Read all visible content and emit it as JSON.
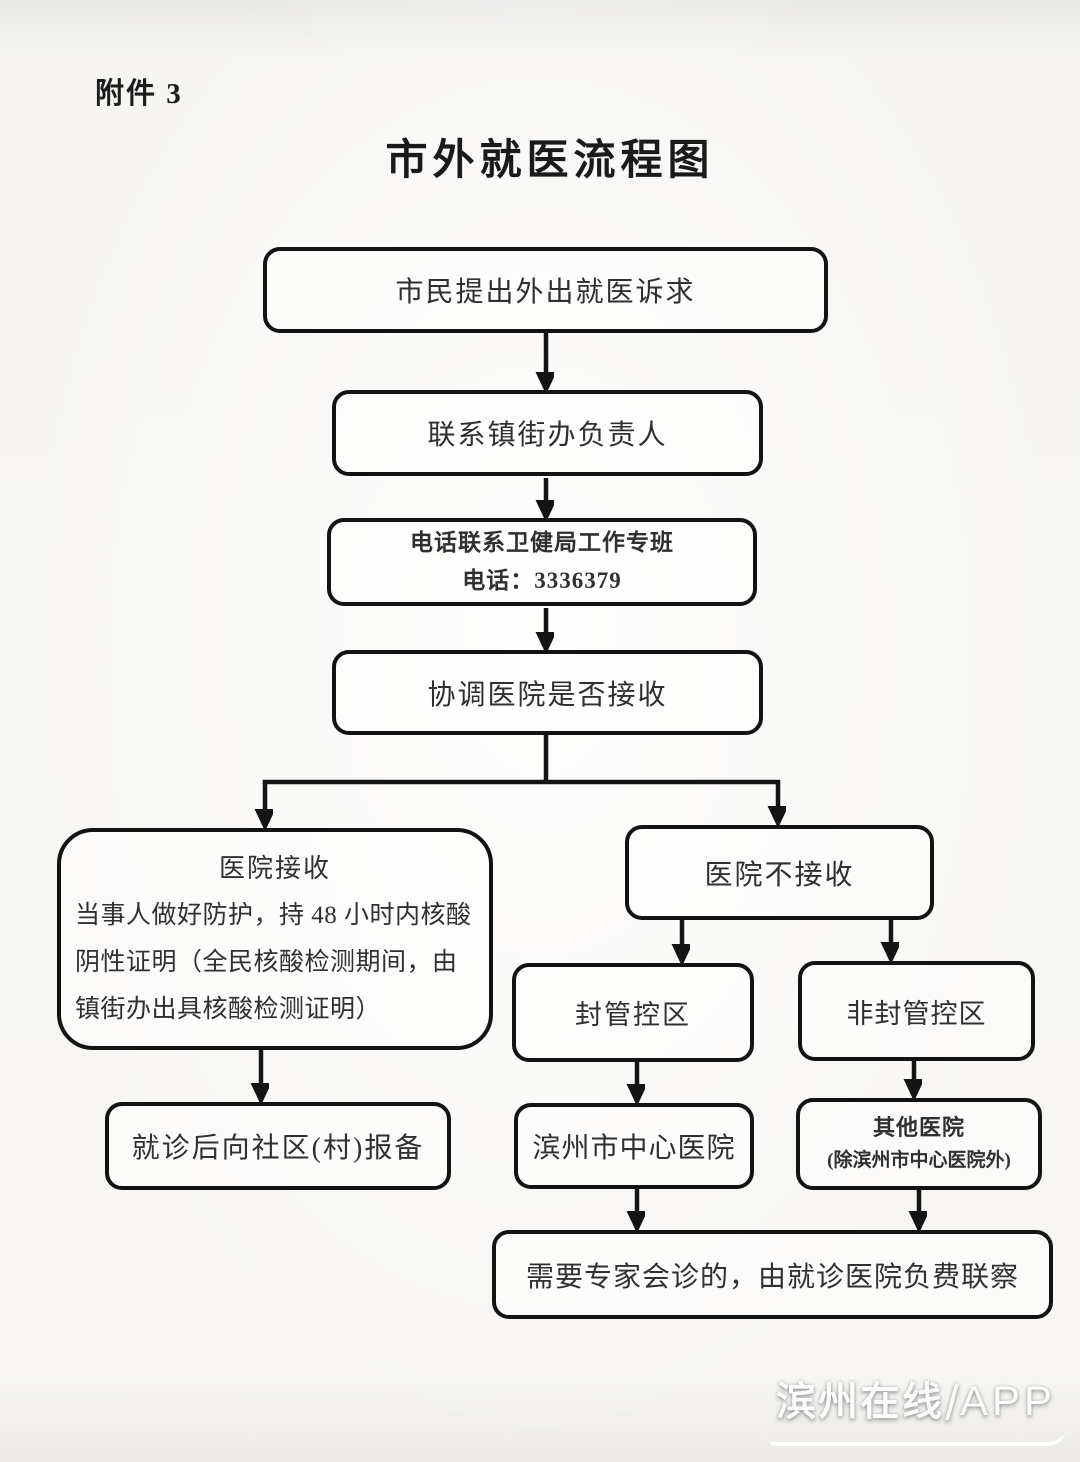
{
  "document": {
    "attachment_label": "附件 3",
    "title": "市外就医流程图"
  },
  "flowchart": {
    "nodes": {
      "citizen_request": {
        "text": "市民提出外出就医诉求"
      },
      "contact_town_office": {
        "text": "联系镇街办负责人"
      },
      "call_health_bureau": {
        "line1": "电话联系卫健局工作专班",
        "line2": "电话：3336379"
      },
      "coordinate_hospital": {
        "text": "协调医院是否接收"
      },
      "hospital_accepts": {
        "title": "医院接收",
        "body": "当事人做好防护，持 48 小时内核酸阴性证明（全民核酸检测期间，由镇街办出具核酸检测证明）"
      },
      "hospital_rejects": {
        "text": "医院不接收"
      },
      "sealed_control_zone": {
        "text": "封管控区"
      },
      "non_sealed_control_zone": {
        "text": "非封管控区"
      },
      "report_to_community": {
        "text": "就诊后向社区(村)报备"
      },
      "binzhou_central_hospital": {
        "text": "滨州市中心医院"
      },
      "other_hospitals": {
        "line1": "其他医院",
        "line2": "(除滨州市中心医院外)"
      },
      "expert_consultation": {
        "text": "需要专家会诊的，由就诊医院负费联察"
      }
    }
  },
  "watermark": {
    "brand": "滨州在线",
    "separator": "/",
    "suffix": "APP"
  },
  "colors": {
    "ink": "#141414",
    "paper": "#f6f5f2",
    "watermark_text": "#ffffff"
  }
}
